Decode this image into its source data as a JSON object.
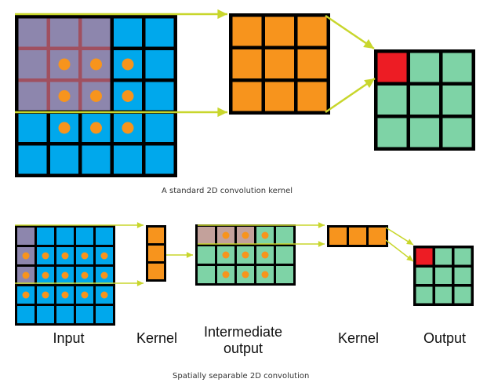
{
  "colors": {
    "blue": "#00a8ec",
    "orange": "#f7941d",
    "green": "#7ed3a6",
    "red": "#ed1c24",
    "overlay_purple": "#8d86ad",
    "overlay_rose": "#c3a19b",
    "grid_lines_overlay": "#a05060",
    "arrow": "#c8d62c",
    "border": "#000000"
  },
  "standard": {
    "caption": "A standard 2D convolution kernel"
  },
  "separable": {
    "caption": "Spatially separable 2D convolution",
    "labels": {
      "input": "Input",
      "kernel1": "Kernel",
      "intermediate": "Intermediate\noutput",
      "kernel2": "Kernel",
      "output": "Output"
    }
  }
}
